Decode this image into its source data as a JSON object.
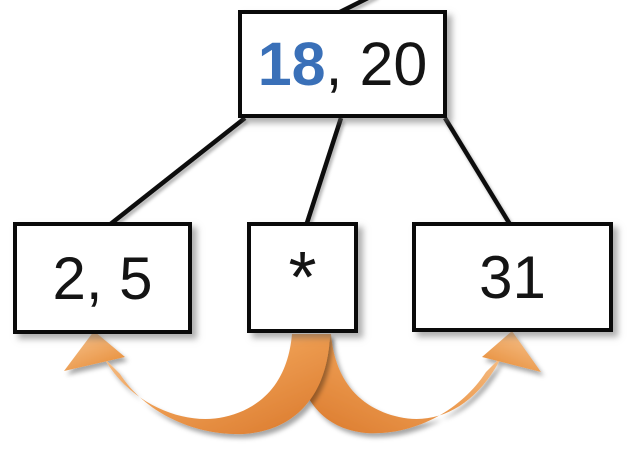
{
  "diagram": {
    "description": "B-tree / index structure with a root node and three leaf nodes linked by curved sibling pointers",
    "root_node": {
      "key_primary": "18",
      "key_rest": ", 20",
      "full_label": "18, 20"
    },
    "leaves": [
      {
        "label": "2, 5"
      },
      {
        "label": "*"
      },
      {
        "label": "31"
      }
    ],
    "edges": [
      "root-to-left-leaf",
      "root-to-middle-leaf",
      "root-to-right-leaf",
      "root-to-parent-stub"
    ],
    "leaf_links": [
      "middle-leaf-to-left-leaf-arrow",
      "middle-leaf-to-right-leaf-arrow"
    ],
    "colors": {
      "highlight_blue": "#3a70b8",
      "text_black": "#141414",
      "border_black": "#0a0a0a",
      "arrow_orange_light": "#f7c794",
      "arrow_orange_mid": "#ec9a4f",
      "arrow_orange_dark": "#d9772a",
      "background": "#ffffff"
    }
  }
}
